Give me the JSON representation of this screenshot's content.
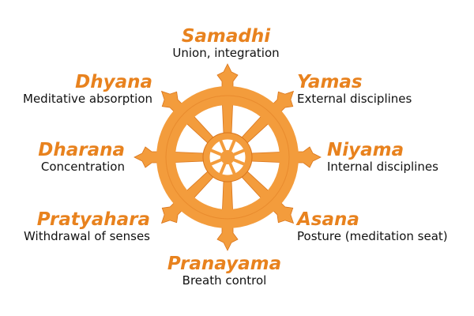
{
  "colors": {
    "accent": "#e8821e",
    "wheel_fill": "#f39c3c",
    "wheel_stroke": "#d9741a",
    "text": "#111111"
  },
  "limbs": [
    {
      "name": "Samadhi",
      "desc": "Union, integration"
    },
    {
      "name": "Yamas",
      "desc": "External disciplines"
    },
    {
      "name": "Niyama",
      "desc": "Internal disciplines"
    },
    {
      "name": "Asana",
      "desc": "Posture (meditation seat)"
    },
    {
      "name": "Pranayama",
      "desc": "Breath control"
    },
    {
      "name": "Pratyahara",
      "desc": "Withdrawal of senses"
    },
    {
      "name": "Dharana",
      "desc": "Concentration"
    },
    {
      "name": "Dhyana",
      "desc": "Meditative absorption"
    }
  ],
  "wheel": {
    "icon": "dharma-wheel-icon",
    "spokes": 8
  }
}
